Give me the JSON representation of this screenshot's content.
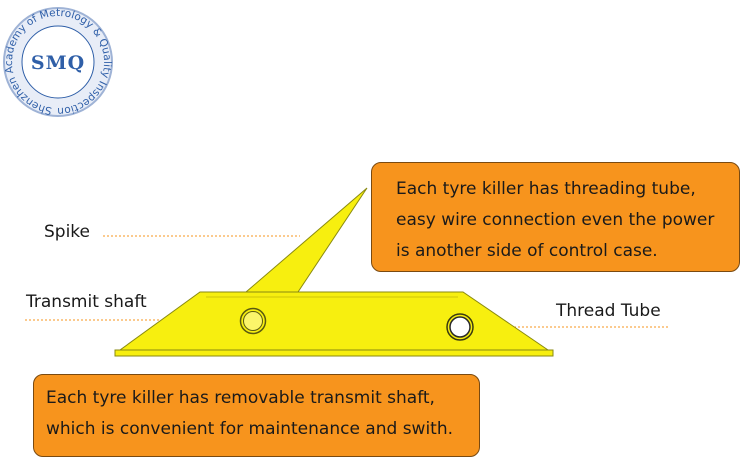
{
  "logo": {
    "abbr": "SMQ",
    "ring_text": "Shenzhen Academy of Metrology & Quality Inspection"
  },
  "labels": {
    "spike": "Spike",
    "transmit_shaft": "Transmit shaft",
    "thread_tube": "Thread Tube"
  },
  "callouts": {
    "top": [
      "Each tyre killer has threading tube,",
      "easy wire connection even the power",
      "is another side of control case."
    ],
    "bottom": [
      "Each tyre killer has removable transmit shaft,",
      "which is convenient for maintenance and swith."
    ]
  },
  "colors": {
    "callout_fill": "#f7941d",
    "device_yellow": "#f7ef0f",
    "leader_line": "#f7941d",
    "logo_blue": "#2f5fa8"
  }
}
